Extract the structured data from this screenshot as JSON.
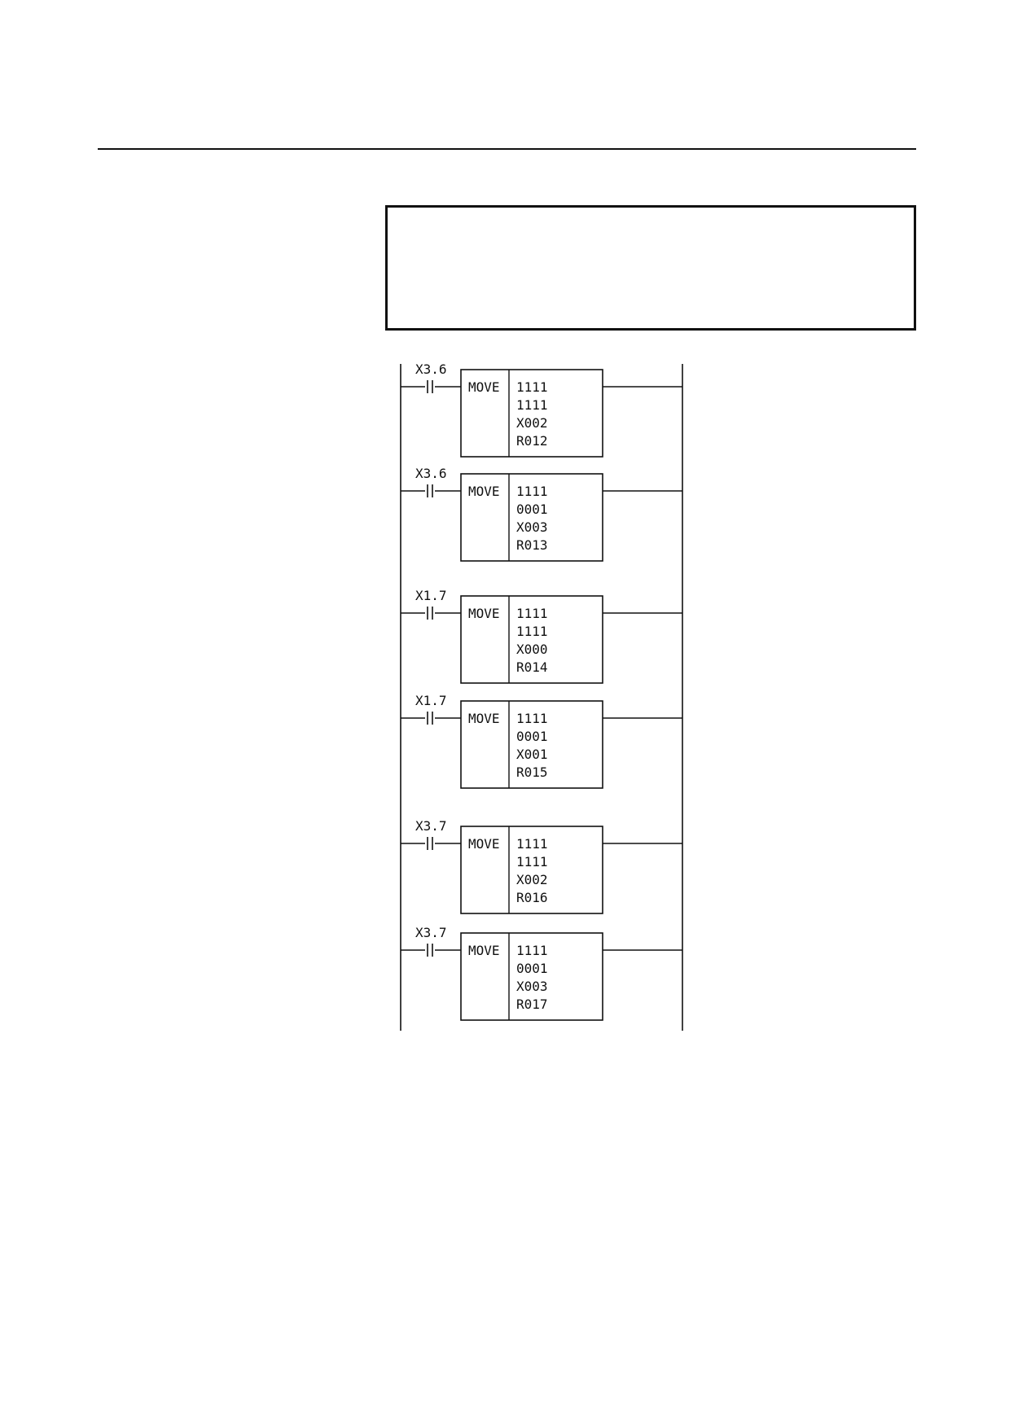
{
  "rungs": [
    {
      "contact": "X3.6",
      "instruction": "MOVE",
      "operands": [
        "1111",
        "1111",
        "X002",
        "R012"
      ]
    },
    {
      "contact": "X3.6",
      "instruction": "MOVE",
      "operands": [
        "1111",
        "0001",
        "X003",
        "R013"
      ]
    },
    {
      "contact": "X1.7",
      "instruction": "MOVE",
      "operands": [
        "1111",
        "1111",
        "X000",
        "R014"
      ]
    },
    {
      "contact": "X1.7",
      "instruction": "MOVE",
      "operands": [
        "1111",
        "0001",
        "X001",
        "R015"
      ]
    },
    {
      "contact": "X3.7",
      "instruction": "MOVE",
      "operands": [
        "1111",
        "1111",
        "X002",
        "R016"
      ]
    },
    {
      "contact": "X3.7",
      "instruction": "MOVE",
      "operands": [
        "1111",
        "0001",
        "X003",
        "R017"
      ]
    }
  ]
}
